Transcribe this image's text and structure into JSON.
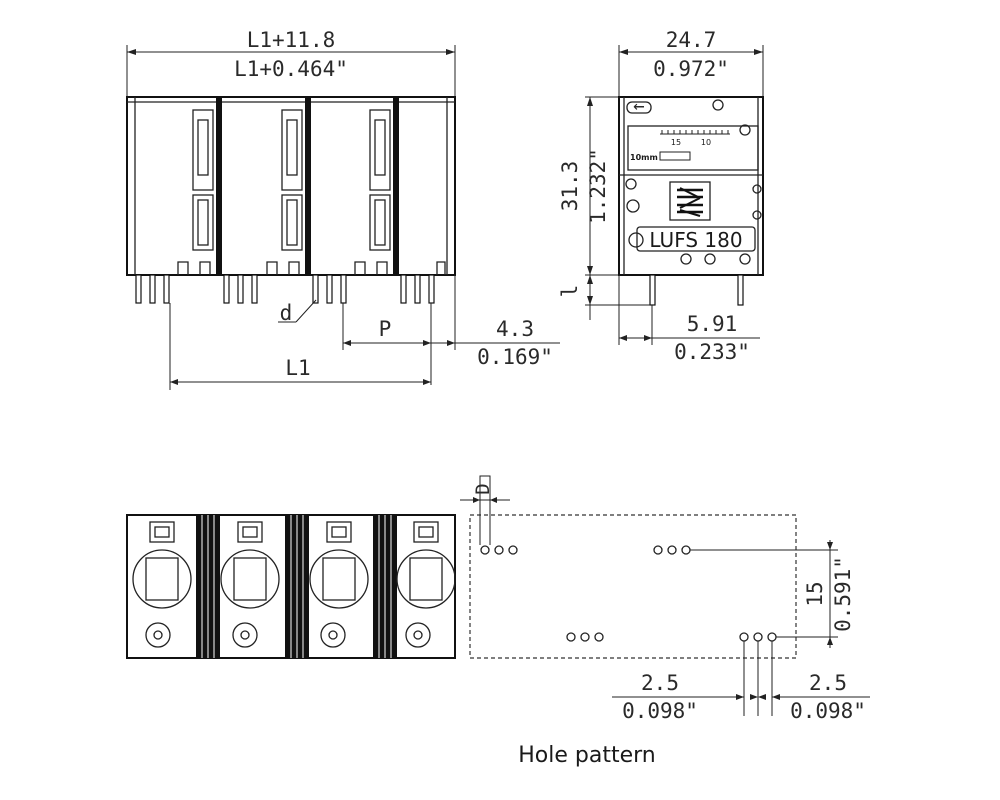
{
  "front_view": {
    "overall_metric": "L1+11.8",
    "overall_inch": "L1+0.464\"",
    "wire_dia_label": "d",
    "pitch_label": "P",
    "L1_label": "L1",
    "edge_metric": "4.3",
    "edge_inch": "0.169\""
  },
  "side_view": {
    "width_metric": "24.7",
    "width_inch": "0.972\"",
    "height_metric": "31.3",
    "height_inch": "1.232\"",
    "pin_label": "l",
    "pin_offset_metric": "5.91",
    "pin_offset_inch": "0.233\"",
    "product_name": "LUFS 180",
    "scale_label": "10mm",
    "scale_ticks": [
      "15",
      "10"
    ]
  },
  "hole_pattern": {
    "title": "Hole pattern",
    "dia_label": "D",
    "row_metric": "15",
    "row_inch": "0.591\"",
    "spacing_left_metric": "2.5",
    "spacing_left_inch": "0.098\"",
    "spacing_right_metric": "2.5",
    "spacing_right_inch": "0.098\""
  }
}
